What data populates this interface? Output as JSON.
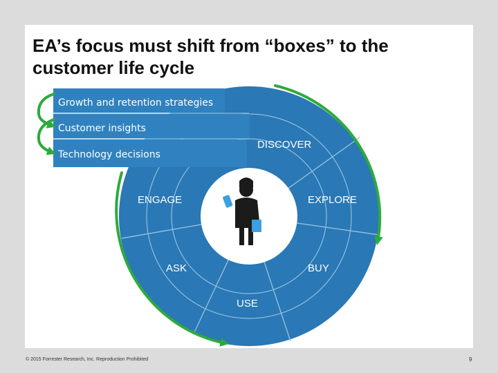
{
  "title": "EA’s focus must shift from “boxes” to the customer life cycle",
  "layers": [
    "Growth and retention strategies",
    "Customer insights",
    "Technology decisions"
  ],
  "stages": {
    "discover": "DISCOVER",
    "explore": "EXPLORE",
    "buy": "BUY",
    "use": "USE",
    "ask": "ASK",
    "engage": "ENGAGE"
  },
  "footer": "© 2015 Forrester Research, Inc. Reproduction Prohibited",
  "page_number": "9",
  "colors": {
    "wheel_blue": "#2a78b5",
    "bar_blue": "#2f82bf",
    "divider": "#8fbfe0",
    "arrow_green": "#2eaa3c",
    "figure": "#1b1b1b",
    "device_blue": "#3aa0e0",
    "background": "#dcdcdc"
  },
  "icons": [
    "customer-figure-icon",
    "cycle-arrow-icon"
  ]
}
